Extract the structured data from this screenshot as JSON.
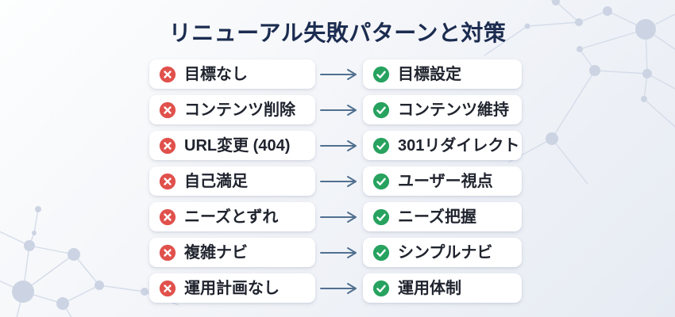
{
  "title": "リニューアル失敗パターンと対策",
  "rows": [
    {
      "problem": "目標なし",
      "solution": "目標設定"
    },
    {
      "problem": "コンテンツ削除",
      "solution": "コンテンツ維持"
    },
    {
      "problem": "URL変更 (404)",
      "solution": "301リダイレクト"
    },
    {
      "problem": "自己満足",
      "solution": "ユーザー視点"
    },
    {
      "problem": "ニーズとずれ",
      "solution": "ニーズ把握"
    },
    {
      "problem": "複雑ナビ",
      "solution": "シンプルナビ"
    },
    {
      "problem": "運用計画なし",
      "solution": "運用体制"
    }
  ],
  "icons": {
    "problem": "x-circle-icon",
    "solution": "check-circle-icon",
    "between": "arrow-right-icon",
    "decoration": "network-constellation"
  },
  "colors": {
    "title": "#1c2c50",
    "problem_icon": "#e0514c",
    "solution_icon": "#27a25f",
    "arrow": "#51708f",
    "card_background": "#ffffff",
    "text": "#20242e",
    "background_start": "#fdfefe",
    "background_end": "#e6ebf3",
    "network_decoration": "#d5dce9"
  }
}
